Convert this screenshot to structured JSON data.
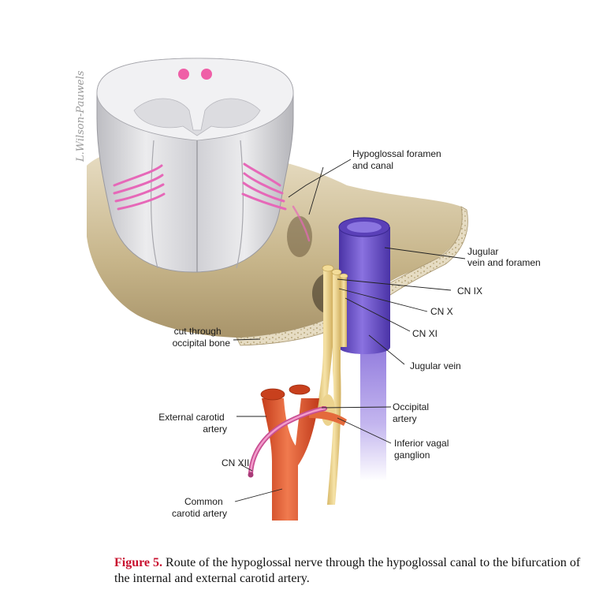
{
  "artist_signature": "L.Wilson-Pauwels",
  "labels": {
    "hypoglossal_foramen": [
      "Hypoglossal foramen",
      "and canal"
    ],
    "jugular_vein_foramen": [
      "Jugular",
      "vein and foramen"
    ],
    "cn_ix": "CN IX",
    "cn_x": "CN X",
    "cn_xi": "CN XI",
    "cut_occipital": [
      "cut through",
      "occipital bone"
    ],
    "jugular_vein": "Jugular  vein",
    "occipital_artery": [
      "Occipital",
      "artery"
    ],
    "external_carotid": [
      "External carotid",
      "artery"
    ],
    "inferior_vagal": [
      "Inferior vagal",
      "ganglion"
    ],
    "cn_xii": "CN XII",
    "common_carotid": [
      "Common",
      "carotid artery"
    ]
  },
  "caption": {
    "figure_label": "Figure 5.",
    "text": " Route of the hypoglossal nerve through the hypoglossal canal to the bifurcation of the internal and external carotid artery."
  },
  "colors": {
    "bone": "#cdbf9a",
    "spinal_cord": "#e6e6e8",
    "nerve_rootlets": "#e668b8",
    "jugular_vein": "#6a4fc6",
    "carotid_artery": "#e0562e",
    "cranial_nerves": "#e9cf85",
    "caption_highlight": "#c8102e"
  }
}
